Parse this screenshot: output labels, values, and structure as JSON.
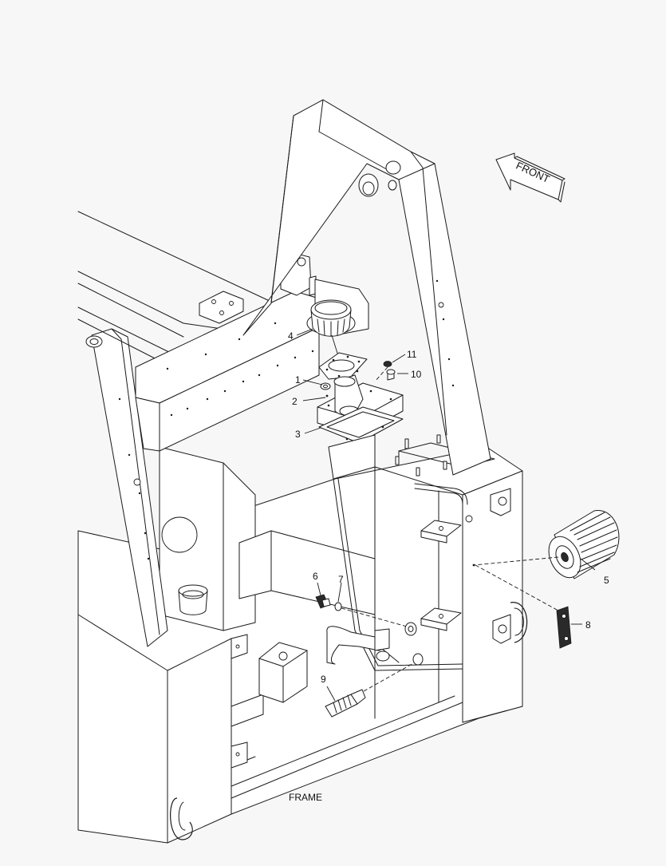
{
  "diagram": {
    "front_label": "FRONT",
    "frame_label": "FRAME",
    "callouts": [
      "1",
      "2",
      "3",
      "4",
      "5",
      "6",
      "7",
      "8",
      "9",
      "10",
      "11"
    ]
  },
  "colors": {
    "background": "#f7f7f7",
    "line": "#1a1a1a",
    "fill": "#ffffff"
  }
}
